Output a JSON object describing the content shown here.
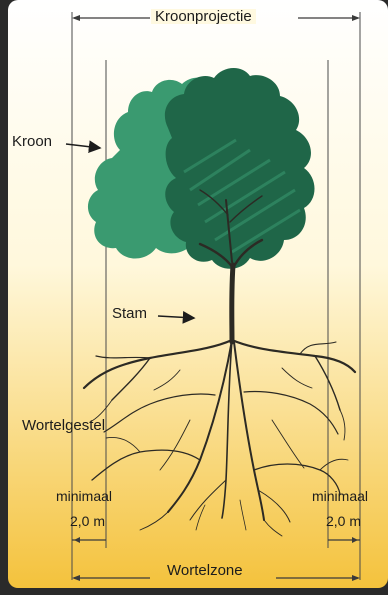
{
  "labels": {
    "crown_projection": "Kroonprojectie",
    "crown": "Kroon",
    "trunk": "Stam",
    "root_system": "Wortelgestel",
    "minimum": "minimaal",
    "distance": "2,0 m",
    "root_zone": "Wortelzone"
  },
  "colors": {
    "sky_top": "#ffffff",
    "sky_bottom": "#f4c744",
    "crown_dark": "#1f6648",
    "crown_mid": "#2f8a62",
    "crown_light": "#3f9d72",
    "wood": "#2c2a24",
    "frame": "#2a2a2a"
  }
}
